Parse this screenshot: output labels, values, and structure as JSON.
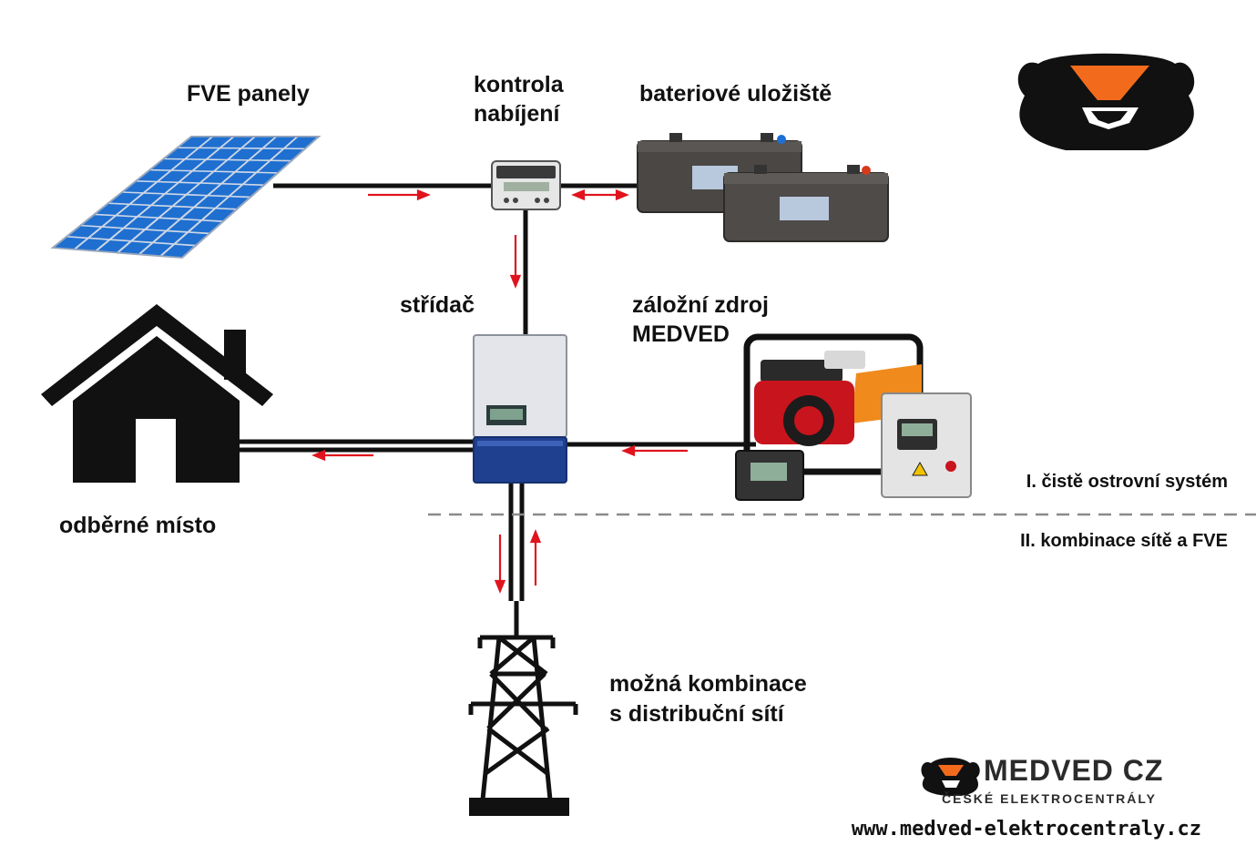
{
  "labels": {
    "panels": "FVE panely",
    "charge_control_1": "kontrola",
    "charge_control_2": "nabíjení",
    "battery": "bateriové uložiště",
    "inverter": "střídač",
    "backup_1": "záložní zdroj",
    "backup_2": "MEDVED",
    "consumption": "odběrné místo",
    "grid_1": "možná kombinace",
    "grid_2": "s distribuční sítí"
  },
  "zones": {
    "island": "I. čistě ostrovní systém",
    "combined": "II. kombinace sítě a FVE"
  },
  "brand": {
    "name": "MEDVED CZ",
    "tagline": "ČESKÉ ELEKTROCENTRÁLY",
    "url": "www.medved-elektrocentraly.cz"
  },
  "colors": {
    "line": "#111111",
    "arrow": "#e0141e",
    "panel_blue": "#1f6fd0",
    "brand_orange": "#f26b1d",
    "generator_red": "#c8141c",
    "inverter_blue": "#1f3f8f",
    "dashed_divider": "#8a8a8a"
  },
  "icons": [
    "bear-logo-icon",
    "house-icon",
    "solar-panel-icon",
    "charge-controller-icon",
    "battery-icon",
    "inverter-icon",
    "generator-icon",
    "control-panel-icon",
    "power-pylon-icon"
  ]
}
